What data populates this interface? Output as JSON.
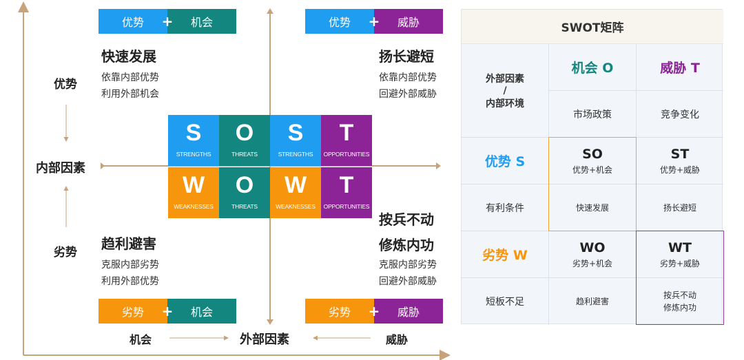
{
  "pills": {
    "so": {
      "left": "优势",
      "right": "机会",
      "plus": "+"
    },
    "st": {
      "left": "优势",
      "right": "威胁",
      "plus": "+"
    },
    "wo": {
      "left": "劣势",
      "right": "机会",
      "plus": "+"
    },
    "wt": {
      "left": "劣势",
      "right": "威胁",
      "plus": "+"
    }
  },
  "strategies": {
    "so": {
      "title": "快速发展",
      "line1": "依靠内部优势",
      "line2": "利用外部机会"
    },
    "st": {
      "title": "扬长避短",
      "line1": "依靠内部优势",
      "line2": "回避外部威胁"
    },
    "wo": {
      "title": "趋利避害",
      "line1": "克服内部劣势",
      "line2": "利用外部优势"
    },
    "wt": {
      "title1": "按兵不动",
      "title2": "修炼内功",
      "line1": "克服内部劣势",
      "line2": "回避外部威胁"
    }
  },
  "axis": {
    "strength": "优势",
    "weakness": "劣势",
    "internal": "内部因素",
    "opportunity": "机会",
    "threat": "威胁",
    "external": "外部因素"
  },
  "grid": {
    "top": [
      {
        "letter": "S",
        "word": "STRENGTHS",
        "color": "#1e9df1"
      },
      {
        "letter": "O",
        "word": "THREATS",
        "color": "#13877f"
      },
      {
        "letter": "S",
        "word": "STRENGTHS",
        "color": "#1e9df1"
      },
      {
        "letter": "T",
        "word": "OPPORTUNITIES",
        "color": "#8c2396"
      }
    ],
    "bottom": [
      {
        "letter": "W",
        "word": "WEAKNESSES",
        "color": "#f7950d"
      },
      {
        "letter": "O",
        "word": "THREATS",
        "color": "#13877f"
      },
      {
        "letter": "W",
        "word": "WEAKNESSES",
        "color": "#f7950d"
      },
      {
        "letter": "T",
        "word": "OPPORTUNITIES",
        "color": "#8c2396"
      }
    ]
  },
  "matrix": {
    "title": "SWOT矩阵",
    "corner": {
      "line1": "外部因素",
      "line2": "/",
      "line3": "内部环境"
    },
    "opportunity": {
      "label": "机会 O",
      "sub": "市场政策",
      "color": "#13877f"
    },
    "threat": {
      "label": "威胁 T",
      "sub": "竞争变化",
      "color": "#8c2396"
    },
    "strength": {
      "label": "优势 S",
      "sub": "有利条件",
      "color": "#1e9df1"
    },
    "weakness": {
      "label": "劣势 W",
      "sub": "短板不足",
      "color": "#f7950d"
    },
    "so": {
      "code": "SO",
      "combo": "优势+机会",
      "strategy": "快速发展"
    },
    "st": {
      "code": "ST",
      "combo": "优势+威胁",
      "strategy": "扬长避短"
    },
    "wo": {
      "code": "WO",
      "combo": "劣势+机会",
      "strategy": "趋利避害"
    },
    "wt": {
      "code": "WT",
      "combo": "劣势+威胁",
      "strategy1": "按兵不动",
      "strategy2": "修炼内功"
    }
  }
}
